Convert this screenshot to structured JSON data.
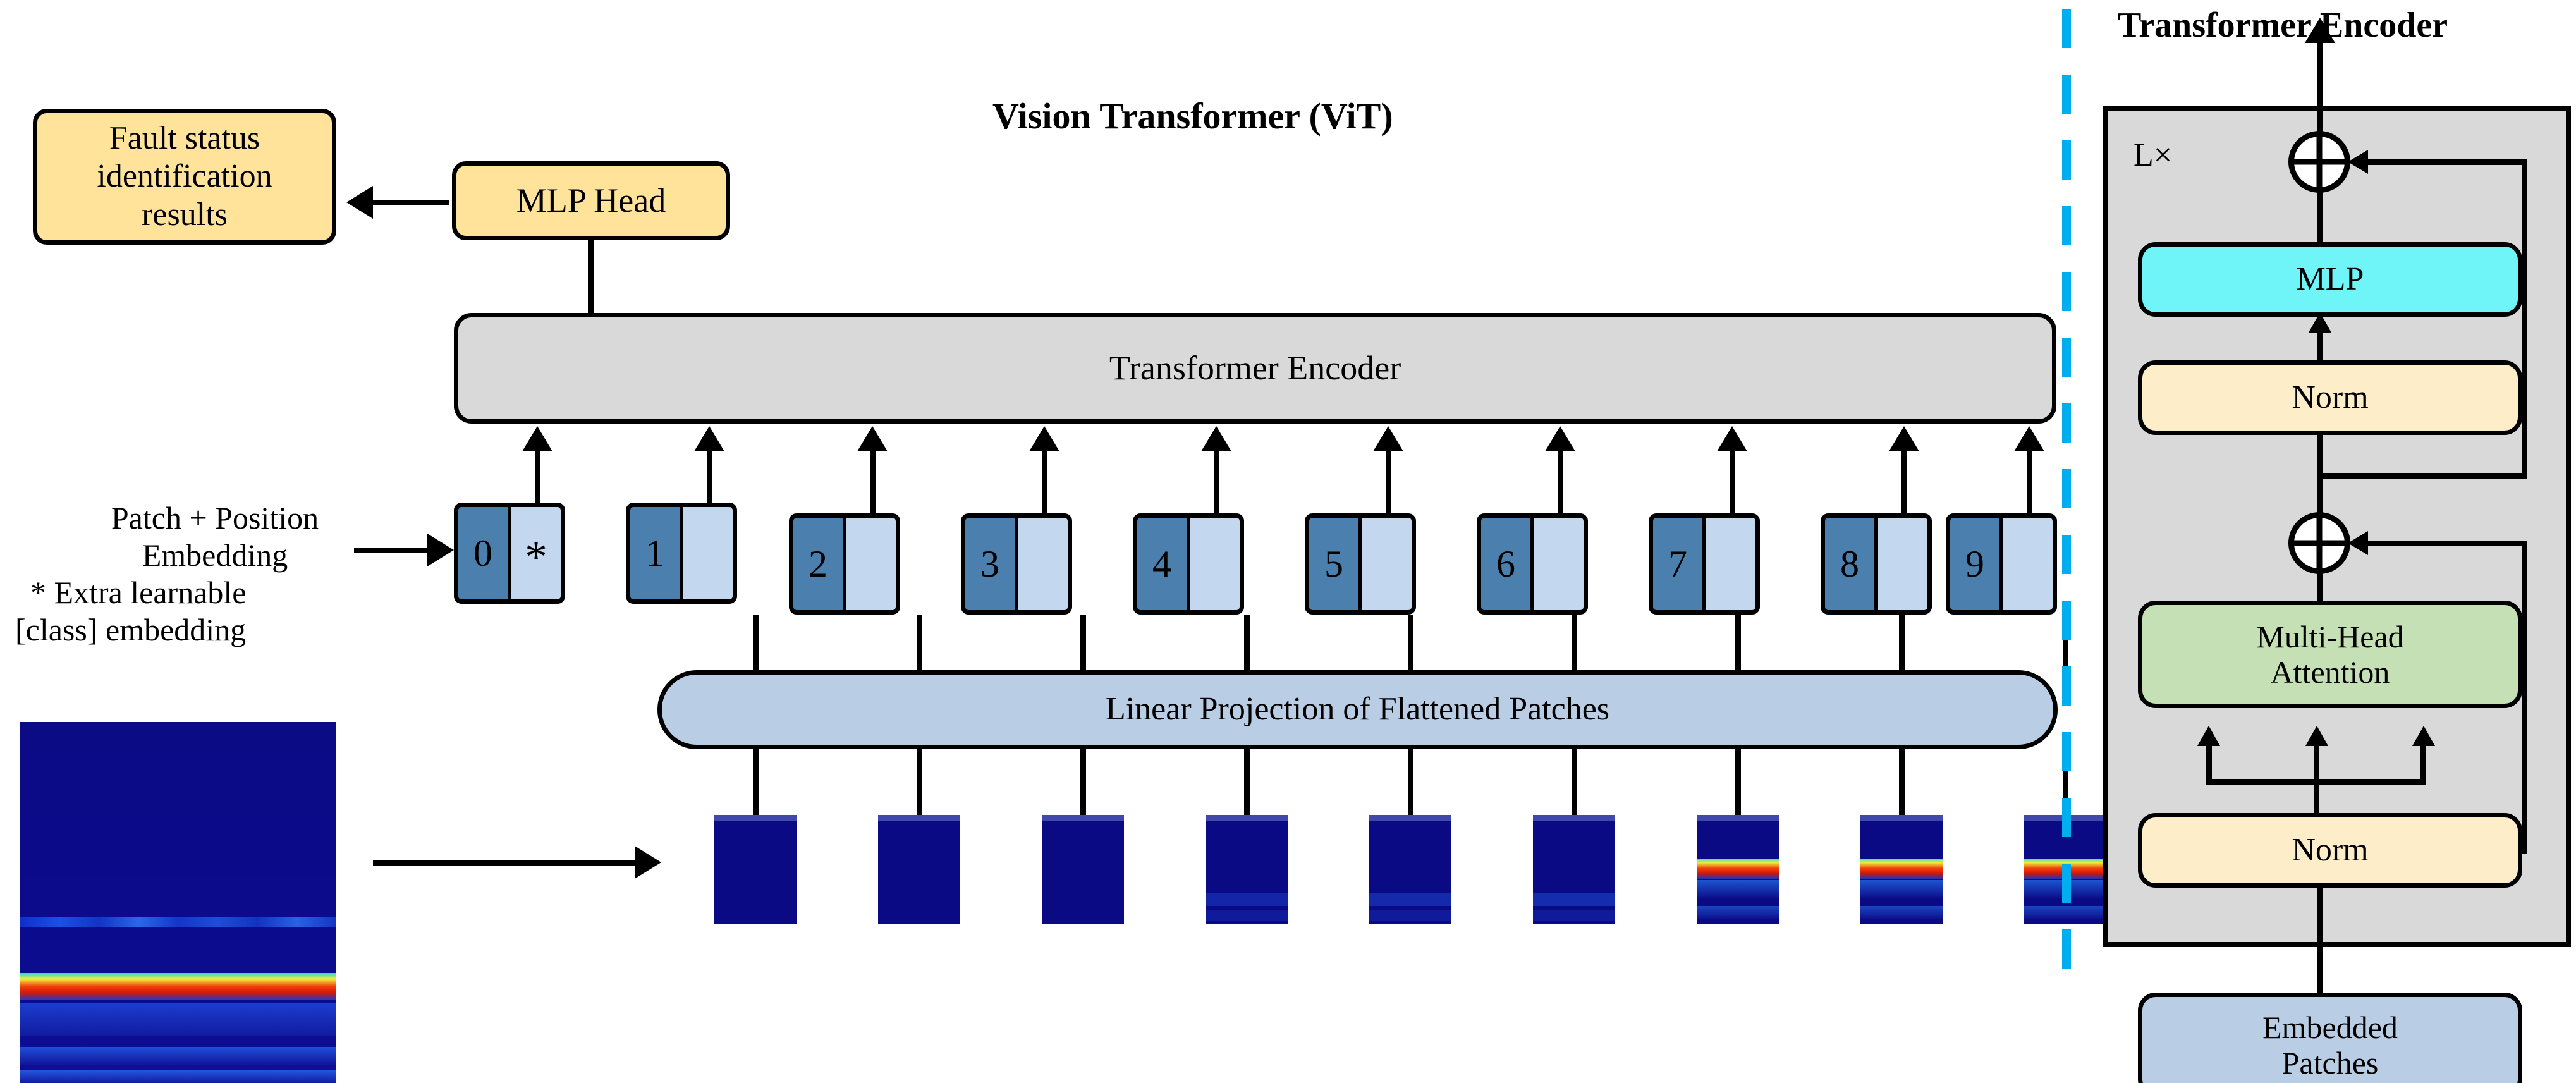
{
  "title": "Vision Transformer (ViT)",
  "left_flow": {
    "output_box": "Fault status\nidentification\nresults",
    "output_box_lines": [
      "Fault status",
      "identification",
      "results"
    ],
    "mlp_head": "MLP Head",
    "encoder_bar": "Transformer Encoder",
    "projection_bar": "Linear Projection of Flattened Patches",
    "embedding_label_lines": [
      "Patch + Position",
      "Embedding",
      "* Extra learnable",
      "[class] embedding"
    ]
  },
  "tokens": [
    {
      "num": "0",
      "extra": "*"
    },
    {
      "num": "1",
      "extra": ""
    },
    {
      "num": "2",
      "extra": ""
    },
    {
      "num": "3",
      "extra": ""
    },
    {
      "num": "4",
      "extra": ""
    },
    {
      "num": "5",
      "extra": ""
    },
    {
      "num": "6",
      "extra": ""
    },
    {
      "num": "7",
      "extra": ""
    },
    {
      "num": "8",
      "extra": ""
    },
    {
      "num": "9",
      "extra": ""
    }
  ],
  "patches": [
    {
      "id": "patch-1",
      "intensity": "none"
    },
    {
      "id": "patch-2",
      "intensity": "none"
    },
    {
      "id": "patch-3",
      "intensity": "none"
    },
    {
      "id": "patch-4",
      "intensity": "faint"
    },
    {
      "id": "patch-5",
      "intensity": "faint"
    },
    {
      "id": "patch-6",
      "intensity": "faint"
    },
    {
      "id": "patch-7",
      "intensity": "hot"
    },
    {
      "id": "patch-8",
      "intensity": "hot"
    },
    {
      "id": "patch-9",
      "intensity": "hot"
    }
  ],
  "encoder_panel": {
    "heading": "Transformer Encoder",
    "repeat_label": "L×",
    "mlp": "MLP",
    "norm_top": "Norm",
    "attention_lines": [
      "Multi-Head",
      "Attention"
    ],
    "norm_bottom": "Norm",
    "embedded_lines": [
      "Embedded",
      "Patches"
    ],
    "add_symbol": "⊕"
  },
  "colors": {
    "yellow_box": "#ffe39b",
    "cream_box": "#fdeec9",
    "cyan_box": "#6ff5f8",
    "green_box": "#c5e0b4",
    "light_blue_box": "#b9cde5",
    "gray_box": "#d9d9d9",
    "token_dark": "#4a7fae",
    "token_light": "#c3d7ee",
    "divider_cyan": "#00aeef",
    "spectrogram_bg": "#0a0a84"
  }
}
